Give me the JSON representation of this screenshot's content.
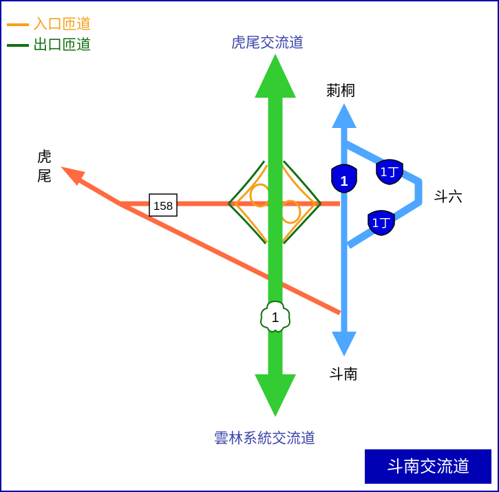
{
  "legend": {
    "entrance": {
      "label": "入口匝道",
      "color": "#f5a01a"
    },
    "exit": {
      "label": "出口匝道",
      "color": "#127012"
    }
  },
  "labels": {
    "north_interchange": "虎尾交流道",
    "south_interchange": "雲林系統交流道",
    "huwei": "虎尾",
    "cijhong": "莿桐",
    "douliu": "斗六",
    "dounan": "斗南",
    "road_158": "158",
    "hwy1_shield": "1",
    "hwy1_shield_east": "1",
    "hwy1d_north": "1丁",
    "hwy1d_south": "1丁"
  },
  "title_badge": "斗南交流道",
  "colors": {
    "freeway": "#33cc33",
    "provincial": "#4da6ff",
    "county": "#ff6b40",
    "shield_blue": "#0000dd",
    "label_blue": "#3b45a8",
    "badge_bg": "#0000b4",
    "border": "#0000a8"
  },
  "icons": {
    "freeway_shield": "plum-blossom-shield",
    "provincial_shield": "provincial-highway-shield",
    "county_shield": "square-route-marker"
  }
}
